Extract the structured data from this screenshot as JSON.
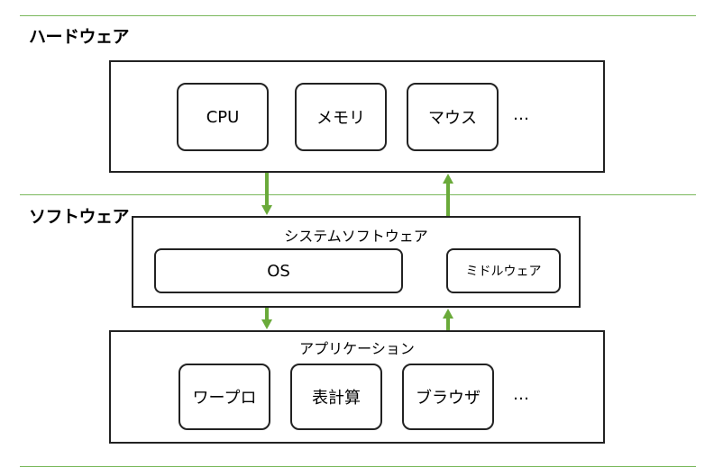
{
  "sections": {
    "hardware_label": "ハードウェア",
    "software_label": "ソフトウェア"
  },
  "hardware": {
    "items": [
      "CPU",
      "メモリ",
      "マウス"
    ],
    "more": "…"
  },
  "system_software": {
    "title": "システムソフトウェア",
    "os": "OS",
    "middleware": "ミドルウェア"
  },
  "applications": {
    "title": "アプリケーション",
    "items": [
      "ワープロ",
      "表計算",
      "ブラウザ"
    ],
    "more": "…"
  },
  "colors": {
    "line": "#7ab85c",
    "arrow": "#6aaa3a",
    "border": "#222222"
  }
}
